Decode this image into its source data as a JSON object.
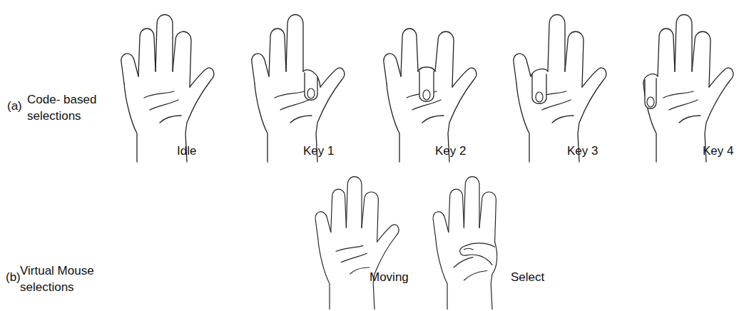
{
  "diagram": {
    "labels": [
      "(a)",
      "Code- based selections",
      "Idle",
      "Key 1",
      "Key 2",
      "Key 3",
      "Key 4",
      "(b)",
      "Virtual Mouse selections",
      "Moving",
      "Select"
    ]
  }
}
